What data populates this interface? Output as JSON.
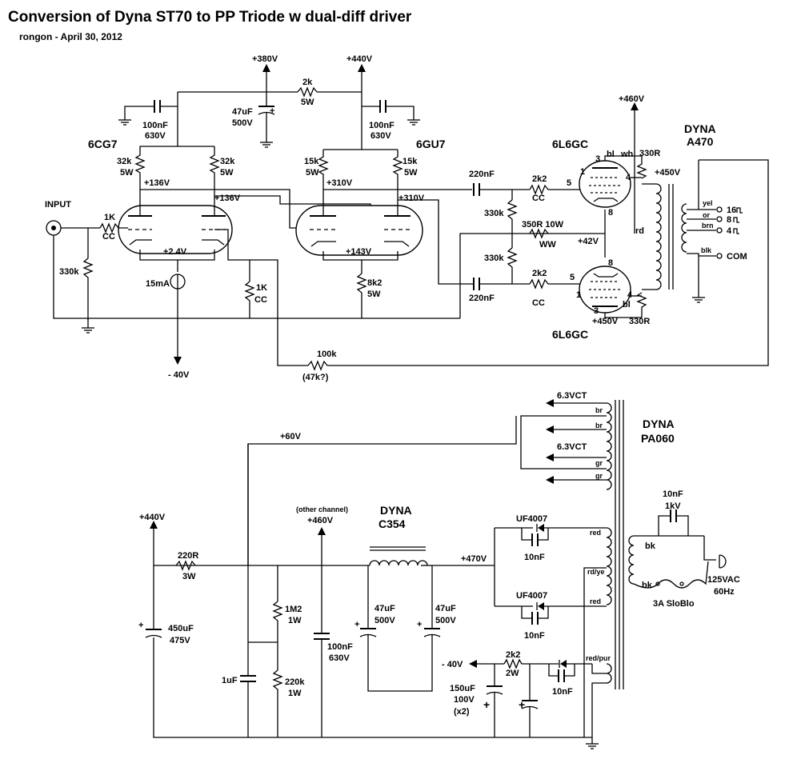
{
  "title": "Conversion of Dyna ST70 to PP Triode w dual-diff driver",
  "subtitle": "rongon - April 30, 2012",
  "amp": {
    "rails": {
      "b380": "+380V",
      "b440": "+440V",
      "b460": "+460V",
      "neg40": "- 40V"
    },
    "tubes": {
      "t1": "6CG7",
      "t2": "6GU7",
      "p1": "6L6GC",
      "p2": "6L6GC"
    },
    "parts": {
      "c_byp1_v": "100nF",
      "c_byp1_r": "630V",
      "c_byp2_v": "100nF",
      "c_byp2_r": "630V",
      "r_drop_v": "2k",
      "r_drop_r": "5W",
      "c_filt_v": "47uF",
      "c_filt_r": "500V",
      "rl1a_v": "32k",
      "rl1a_r": "5W",
      "rl1b_v": "32k",
      "rl1b_r": "5W",
      "rl2a_v": "15k",
      "rl2a_r": "5W",
      "rl2b_v": "15k",
      "rl2b_r": "5W",
      "r_in_v": "1K",
      "r_in_r": "CC",
      "r_in_gnd": "330k",
      "csrc": "15mA",
      "r_fb_v": "1K",
      "r_fb_r": "CC",
      "r_tail_v": "8k2",
      "r_tail_r": "5W",
      "cc_top": "220nF",
      "cc_bot": "220nF",
      "rg_top": "330k",
      "rg_bot": "330k",
      "rgs_top_v": "2k2",
      "rgs_top_r": "CC",
      "rgs_bot_v": "2k2",
      "rgs_bot_r": "CC",
      "r_bias_v": "350R 10W",
      "r_bias_r": "WW",
      "r_g2_top": "330R",
      "r_g2_bot": "330R",
      "r_nfb_v": "100k",
      "r_nfb_r": "(47k?)"
    },
    "nodes": {
      "n136a": "+136V",
      "n136b": "+136V",
      "n310a": "+310V",
      "n310b": "+310V",
      "n24": "+2.4V",
      "n143": "+143V",
      "n42": "+42V",
      "n450": "+450V",
      "n450b": "+450V"
    },
    "pins": {
      "p1_3": "3",
      "p1_5": "5",
      "p1_4": "4",
      "p1_1": "1",
      "p1_8": "8",
      "p1_bl": "bl",
      "p1_wh": "wh",
      "p2_8": "8",
      "p2_5": "5",
      "p2_1": "1",
      "p2_4": "4",
      "p2_3": "3",
      "p2_bl": "bl"
    },
    "input_label": "INPUT",
    "ot": {
      "name1": "DYNA",
      "name2": "A470",
      "wire_rd": "rd",
      "taps": [
        "yel",
        "or",
        "brn",
        "blk"
      ],
      "outputs": [
        "16",
        "8",
        "4",
        "COM"
      ]
    }
  },
  "psu": {
    "pt": {
      "name1": "DYNA",
      "name2": "PA060",
      "fil1": "6.3VCT",
      "fil2": "6.3VCT",
      "br1": "br",
      "br2": "br",
      "gr1": "gr",
      "gr2": "gr",
      "red1": "red",
      "ct": "rd/ye",
      "red2": "red",
      "bias": "red/pur",
      "bk1": "bk",
      "bk2": "bk",
      "snub_v": "10nF",
      "snub_r": "1kV",
      "mains_v": "125VAC",
      "mains_hz": "60Hz",
      "fuse": "3A SloBlo"
    },
    "choke": {
      "name1": "DYNA",
      "name2": "C354"
    },
    "rails": {
      "b60": "+60V",
      "b440": "+440V",
      "other": "(other channel)",
      "b460": "+460V",
      "b470": "+470V",
      "neg40": "- 40V"
    },
    "parts": {
      "r220_v": "220R",
      "r220_r": "3W",
      "c450_v": "450uF",
      "c450_r": "475V",
      "c1u": "1uF",
      "r1m2_v": "1M2",
      "r1m2_r": "1W",
      "r220k_v": "220k",
      "r220k_r": "1W",
      "c100n_v": "100nF",
      "c100n_r": "630V",
      "c47a_v": "47uF",
      "c47a_r": "500V",
      "c47b_v": "47uF",
      "c47b_r": "500V",
      "d1": "UF4007",
      "d2": "UF4007",
      "cd1": "10nF",
      "cd2": "10nF",
      "cd3": "10nF",
      "rb_v": "2k2",
      "rb_r": "2W",
      "cb_v": "150uF",
      "cb_r": "100V",
      "cb_n": "(x2)"
    }
  }
}
